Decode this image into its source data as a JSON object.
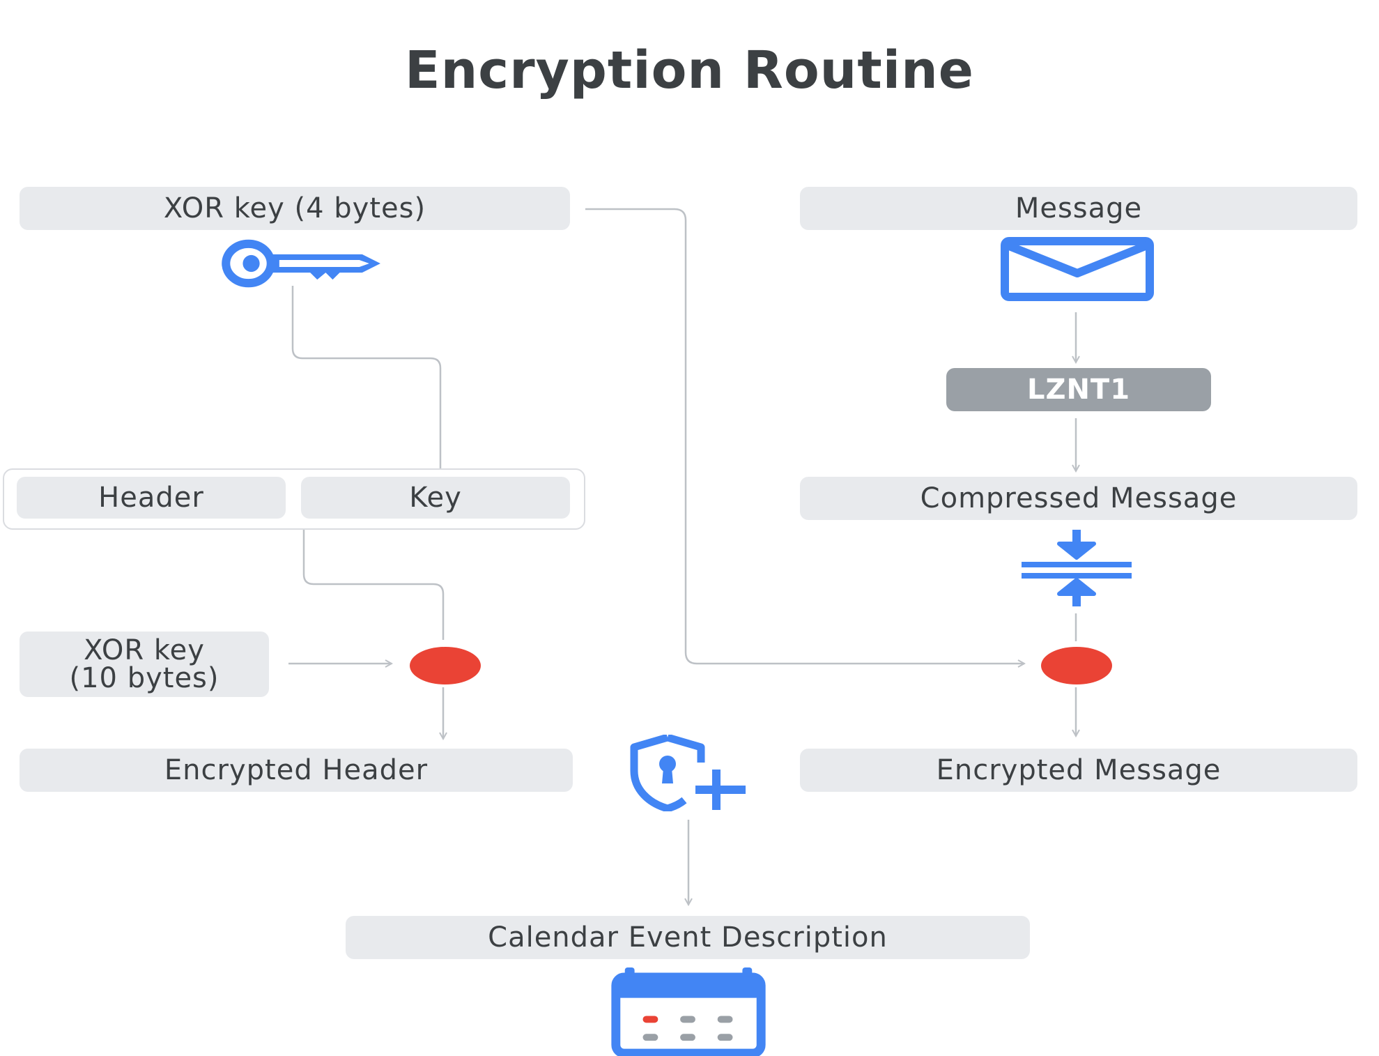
{
  "title": "Encryption Routine",
  "nodes": {
    "xor_key_4": "XOR key (4 bytes)",
    "message": "Message",
    "lznt1": "LZNT1",
    "header": "Header",
    "key": "Key",
    "compressed_message": "Compressed Message",
    "xor_key_10_line1": "XOR key",
    "xor_key_10_line2": "(10 bytes)",
    "encrypted_header": "Encrypted Header",
    "encrypted_message": "Encrypted Message",
    "calendar_event_description": "Calendar Event Description"
  },
  "icons": {
    "key": "key-icon",
    "message": "envelope-icon",
    "compress": "compress-icon",
    "shield": "shield-lock-add-icon",
    "calendar": "calendar-icon"
  },
  "colors": {
    "accent": "#4285f4",
    "xor_operation": "#ea4335",
    "box_fill": "#e8eaed",
    "box_dark": "#9aa0a6",
    "connector": "#bdc1c6"
  }
}
